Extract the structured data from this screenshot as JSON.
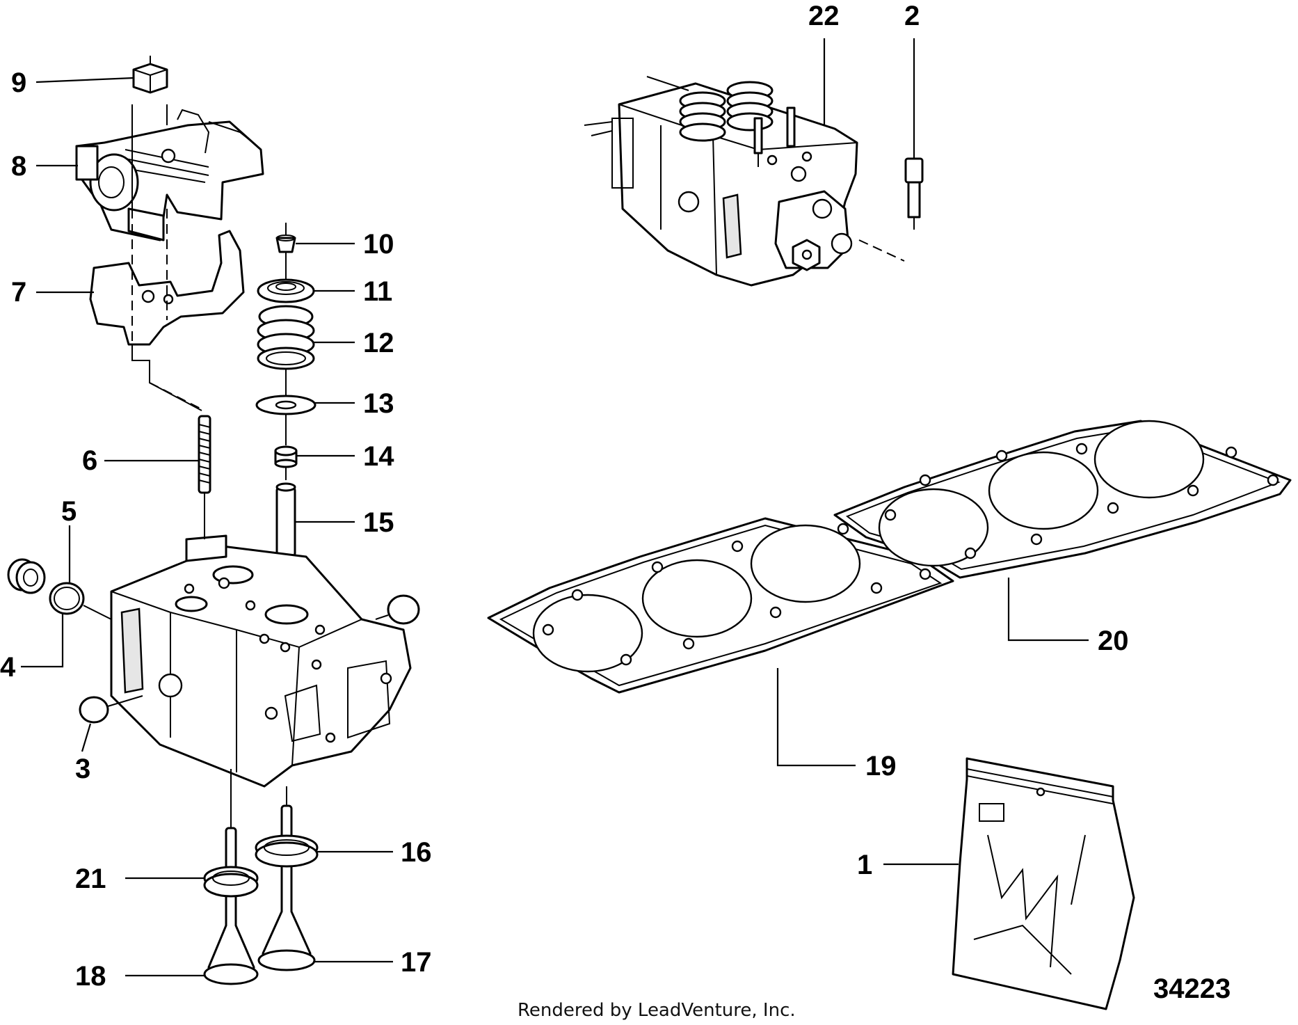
{
  "callouts": {
    "c1": "1",
    "c2": "2",
    "c3": "3",
    "c4": "4",
    "c5": "5",
    "c6": "6",
    "c7": "7",
    "c8": "8",
    "c9": "9",
    "c10": "10",
    "c11": "11",
    "c12": "12",
    "c13": "13",
    "c14": "14",
    "c15": "15",
    "c16": "16",
    "c17": "17",
    "c18": "18",
    "c19": "19",
    "c20": "20",
    "c21": "21",
    "c22": "22"
  },
  "figure_number": "34223",
  "credit": "Rendered by LeadVenture, Inc."
}
